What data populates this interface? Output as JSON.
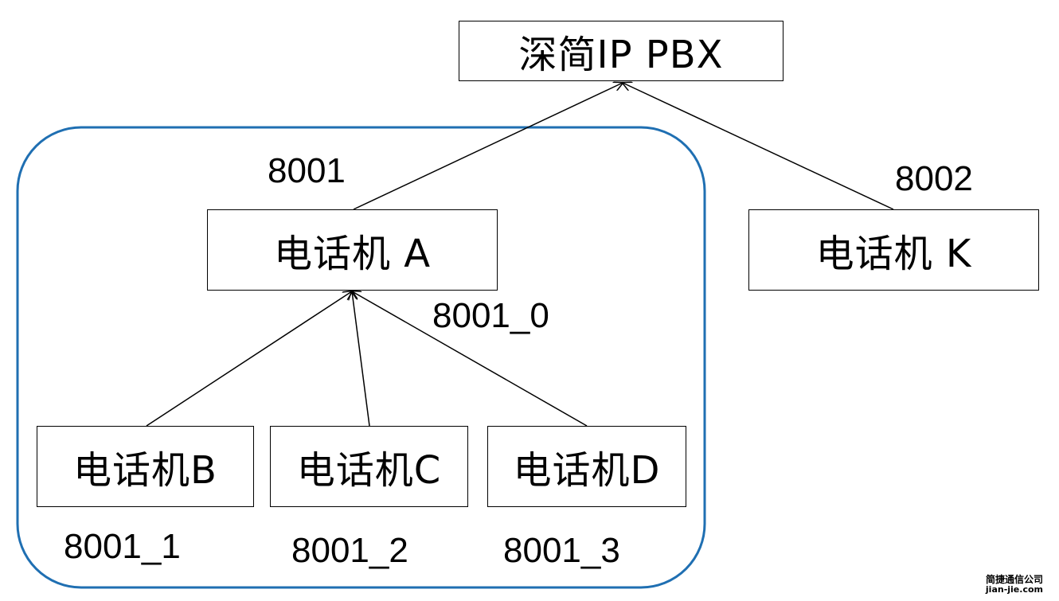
{
  "nodes": {
    "pbx": "深简IP PBX",
    "phone_a": "电话机 A",
    "phone_k": "电话机 K",
    "phone_b": "电话机B",
    "phone_c": "电话机C",
    "phone_d": "电话机D"
  },
  "extensions": {
    "phone_a": "8001",
    "phone_k": "8002",
    "phone_a_sub": "8001_0",
    "phone_b": "8001_1",
    "phone_c": "8001_2",
    "phone_d": "8001_3"
  },
  "group_border_color": "#1f6fb2",
  "watermark": {
    "name": "简捷通信公司",
    "site": "jian-jie.com"
  }
}
